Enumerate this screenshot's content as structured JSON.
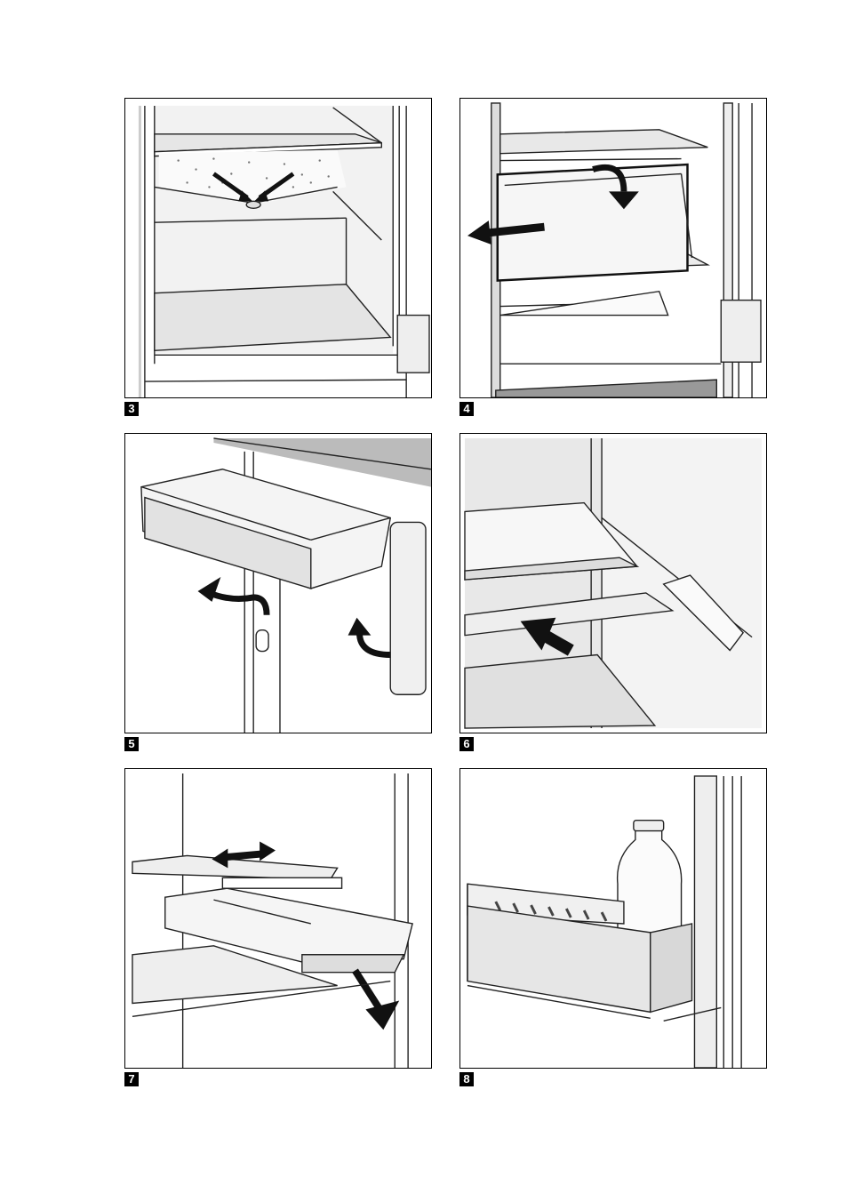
{
  "figures": [
    {
      "number": "3",
      "subject": "water-drain-channel"
    },
    {
      "number": "4",
      "subject": "remove-crisper-cover"
    },
    {
      "number": "5",
      "subject": "remove-door-shelf"
    },
    {
      "number": "6",
      "subject": "insert-glass-shelf"
    },
    {
      "number": "7",
      "subject": "remove-drawer-under-shelf"
    },
    {
      "number": "8",
      "subject": "door-bottle-rack"
    }
  ]
}
